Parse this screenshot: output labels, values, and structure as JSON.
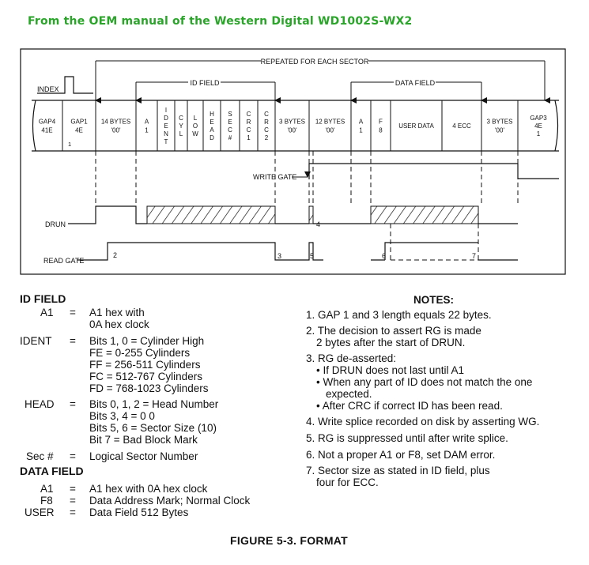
{
  "header": "From the OEM manual of the Western Digital WD1002S-WX2",
  "diagram": {
    "repeated_label": "REPEATED FOR EACH SECTOR",
    "id_field_label": "ID FIELD",
    "data_field_label": "DATA FIELD",
    "index_label": "INDEX",
    "write_gate_label": "WRITE GATE",
    "drun_label": "DRUN",
    "read_gate_label": "READ GATE",
    "fields": [
      {
        "lines": [
          "GAP4",
          "41E"
        ]
      },
      {
        "lines": [
          "GAP1",
          "4E"
        ],
        "sub": "1"
      },
      {
        "lines": [
          "14 BYTES",
          "'00'"
        ]
      },
      {
        "lines": [
          "A",
          "1"
        ]
      },
      {
        "lines": [
          "I",
          "D",
          "E",
          "N",
          "T"
        ]
      },
      {
        "lines": [
          "C",
          "Y",
          "L"
        ]
      },
      {
        "lines": [
          "L",
          "O",
          "W"
        ]
      },
      {
        "lines": [
          "H",
          "E",
          "A",
          "D"
        ]
      },
      {
        "lines": [
          "S",
          "E",
          "C",
          "#"
        ]
      },
      {
        "lines": [
          "C",
          "R",
          "C",
          "1"
        ]
      },
      {
        "lines": [
          "C",
          "R",
          "C",
          "2"
        ]
      },
      {
        "lines": [
          "3 BYTES",
          "'00'"
        ]
      },
      {
        "lines": [
          "12 BYTES",
          "'00'"
        ]
      },
      {
        "lines": [
          "A",
          "1"
        ]
      },
      {
        "lines": [
          "F",
          "8"
        ]
      },
      {
        "lines": [
          "USER DATA"
        ]
      },
      {
        "lines": [
          "4 ECC"
        ]
      },
      {
        "lines": [
          "3 BYTES",
          "'00'"
        ]
      },
      {
        "lines": [
          "GAP3",
          "4E",
          "1"
        ]
      }
    ],
    "markers": [
      "2",
      "3",
      "4",
      "5",
      "6",
      "7"
    ]
  },
  "id_field": {
    "title": "ID FIELD",
    "eq": "=",
    "a1": {
      "key": "A1",
      "lines": [
        "A1 hex with",
        "0A hex clock"
      ]
    },
    "ident": {
      "key": "IDENT",
      "lines": [
        "Bits 1, 0 = Cylinder High",
        "FE = 0-255 Cylinders",
        "FF = 256-511 Cylinders",
        "FC = 512-767 Cylinders",
        "FD = 768-1023 Cylinders"
      ]
    },
    "head": {
      "key": "HEAD",
      "lines": [
        "Bits 0, 1, 2 = Head Number",
        "Bits 3, 4 = 0 0",
        "Bits 5, 6 = Sector Size (10)",
        "Bit 7 = Bad Block Mark"
      ]
    },
    "sec": {
      "key": "Sec #",
      "lines": [
        "Logical Sector Number"
      ]
    }
  },
  "data_field": {
    "title": "DATA FIELD",
    "a1": {
      "key": "A1",
      "value": "A1 hex with 0A hex clock"
    },
    "f8": {
      "key": "F8",
      "value": "Data Address Mark; Normal Clock"
    },
    "user": {
      "key": "USER",
      "value": "Data Field 512 Bytes"
    }
  },
  "notes": {
    "title": "NOTES:",
    "n1": "1. GAP 1 and 3 length equals 22 bytes.",
    "n2a": "2. The decision to assert RG is made",
    "n2b": "2 bytes after the start of DRUN.",
    "n3": "3. RG de-asserted:",
    "n3a": "• If DRUN does not last until A1",
    "n3b": "• When any part of ID does not match the one",
    "n3b2": "expected.",
    "n3c": "• After CRC if correct ID has been read.",
    "n4": "4. Write splice recorded on disk by asserting WG.",
    "n5": "5. RG is suppressed until after write splice.",
    "n6": "6. Not a proper A1 or F8, set DAM error.",
    "n7a": "7. Sector size as stated in ID field, plus",
    "n7b": "four for ECC."
  },
  "caption": "FIGURE 5-3.  FORMAT"
}
